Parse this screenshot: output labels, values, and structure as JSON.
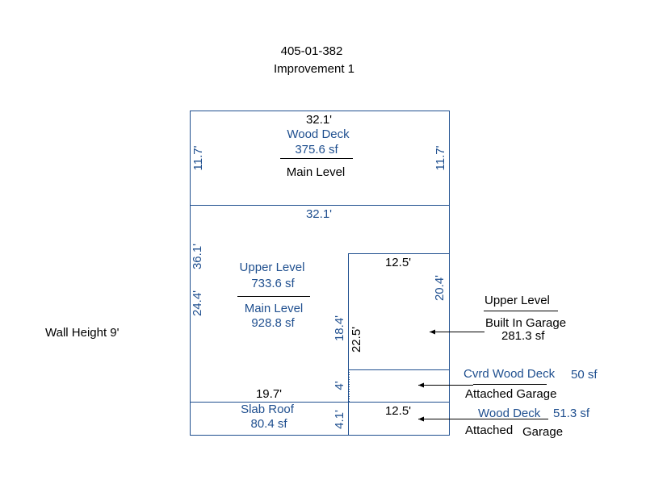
{
  "header": {
    "parcel_id": "405-01-382",
    "improvement": "Improvement 1"
  },
  "wall_height": "Wall Height 9'",
  "top_deck": {
    "top_dim": "32.1'",
    "left_dim": "11.7'",
    "right_dim": "11.7'",
    "name": "Wood Deck",
    "area": "375.6 sf",
    "base": "Main Level"
  },
  "main_block": {
    "top_dim": "32.1'",
    "left_dim_upper": "36.1'",
    "left_dim_lower": "24.4'",
    "inner_dim": "18.4'",
    "bottom_dim": "19.7'",
    "step_dim": "4'",
    "upper_name": "Upper Level",
    "upper_area": "733.6 sf",
    "main_name": "Main Level",
    "main_area": "928.8 sf"
  },
  "garage": {
    "top_dim": "12.5'",
    "right_dim": "20.4'",
    "left_dim": "22.5'"
  },
  "slab_roof": {
    "name": "Slab Roof",
    "area": "80.4 sf",
    "side_dim": "4.1'",
    "right_dim": "12.5'"
  },
  "callouts": {
    "garage_upper": "Upper Level",
    "garage_type": "Built In Garage",
    "garage_area": "281.3 sf",
    "cvrd_name": "Cvrd Wood Deck",
    "cvrd_area": "50 sf",
    "cvrd_base": "Attached Garage",
    "deck_name": "Wood Deck",
    "deck_area": "51.3 sf",
    "deck_base_1": "Attached",
    "deck_base_2": "Garage"
  },
  "colors": {
    "line": "#1f4f8f",
    "label": "#1f4f8f",
    "text": "#000000",
    "background": "#ffffff"
  }
}
